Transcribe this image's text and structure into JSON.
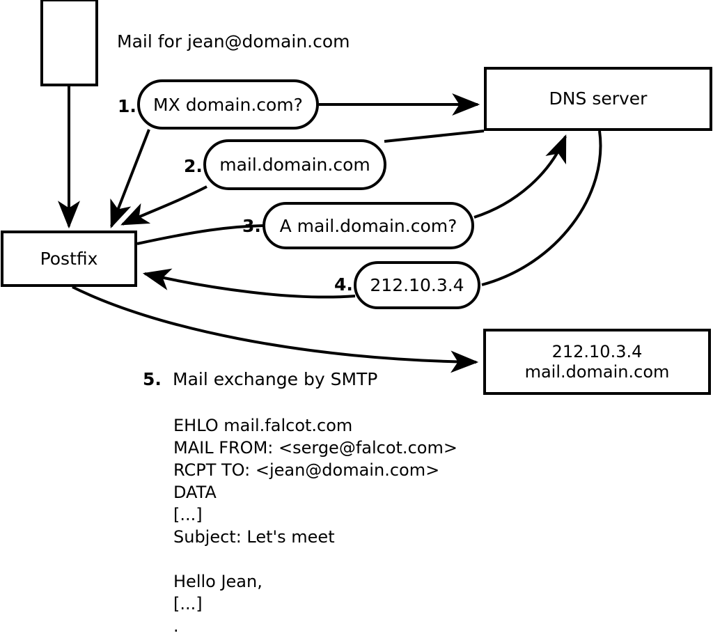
{
  "diagram": {
    "title_text": "Mail for jean@domain.com",
    "nodes": {
      "client": {
        "label": ""
      },
      "postfix": {
        "label": "Postfix"
      },
      "dns": {
        "label": "DNS server"
      },
      "mailserver": {
        "line1": "212.10.3.4",
        "line2": "mail.domain.com"
      }
    },
    "steps": [
      {
        "number": "1.",
        "message": "MX domain.com?"
      },
      {
        "number": "2.",
        "message": "mail.domain.com"
      },
      {
        "number": "3.",
        "message": "A mail.domain.com?"
      },
      {
        "number": "4.",
        "message": "212.10.3.4"
      },
      {
        "number": "5.",
        "message": "Mail exchange by SMTP"
      }
    ],
    "smtp_transcript": [
      "EHLO mail.falcot.com",
      "MAIL FROM: <serge@falcot.com>",
      "RCPT TO: <jean@domain.com>",
      "DATA",
      "[...]",
      "Subject: Let's meet",
      "",
      "Hello Jean,",
      "[...]",
      "."
    ],
    "colors": {
      "stroke": "#000000",
      "background": "#ffffff"
    }
  }
}
